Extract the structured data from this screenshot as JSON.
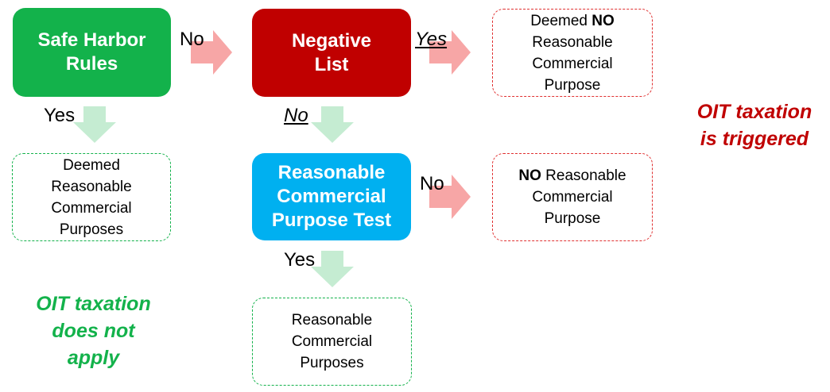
{
  "boxes": {
    "safe_harbor": "Safe Harbor\nRules",
    "negative_list": "Negative\nList",
    "rcp_test": "Reasonable\nCommercial\nPurpose Test"
  },
  "outcomes": {
    "deemed_no_bold": "NO",
    "deemed_no_prefix": "Deemed ",
    "deemed_no_rest": "Reasonable\nCommercial\nPurpose",
    "deemed_reasonable": "Deemed\nReasonable\nCommercial\nPurposes",
    "no_rcp_bold": "NO",
    "no_rcp_rest": " Reasonable\nCommercial\nPurpose",
    "reasonable": "Reasonable\nCommercial\nPurposes"
  },
  "labels": {
    "no_1": "No",
    "yes_1": "Yes",
    "yes_2": "Yes",
    "no_2": "No",
    "no_3": "No",
    "yes_3": "Yes"
  },
  "conclusions": {
    "not_apply": "OIT taxation\ndoes not\napply",
    "triggered": "OIT taxation\nis triggered"
  },
  "colors": {
    "green": "#13b24b",
    "red": "#c00000",
    "blue": "#00b0f0",
    "arrow_red": "#f7a6a6",
    "arrow_green": "#c5ecd2"
  }
}
